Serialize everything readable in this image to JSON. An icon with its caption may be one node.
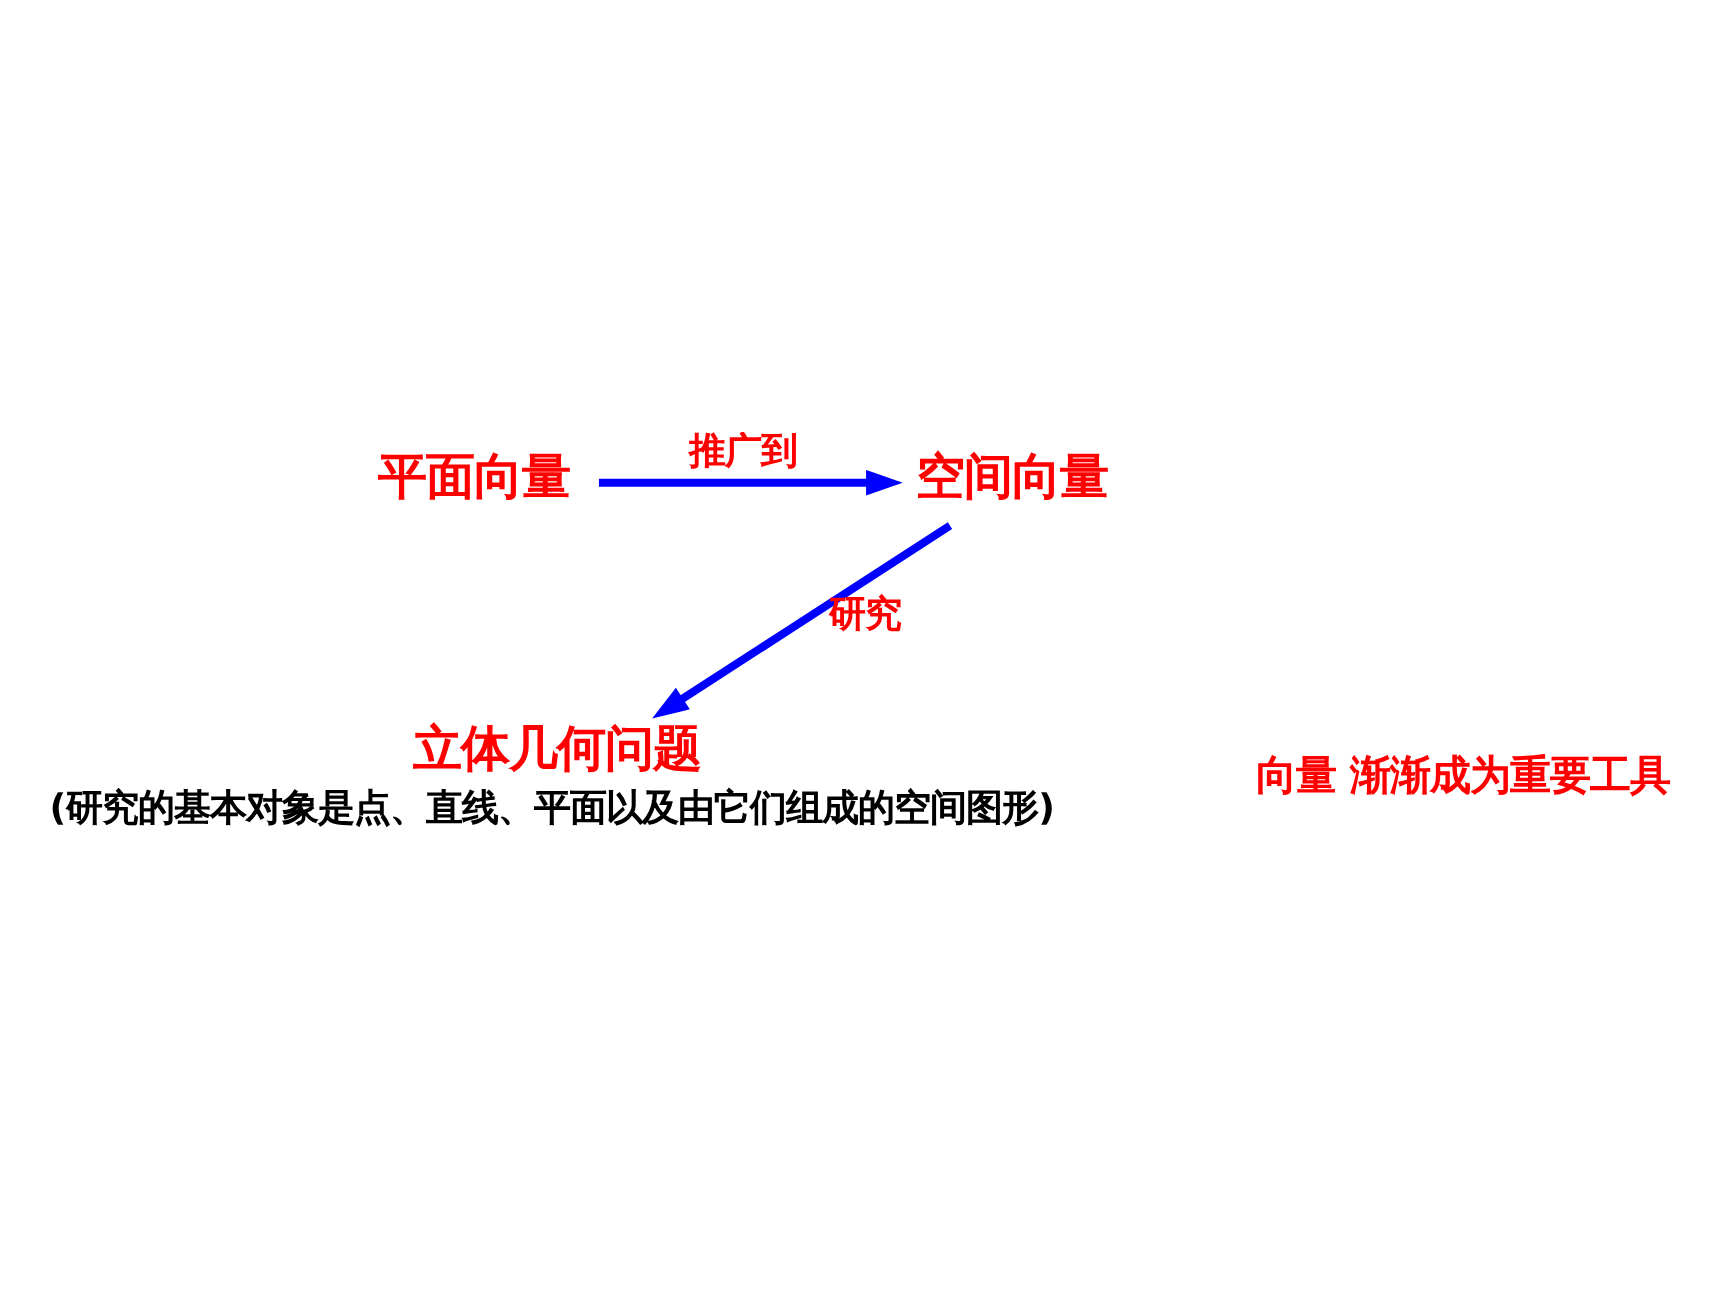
{
  "diagram": {
    "nodes": [
      {
        "text": [
          "平面向量"
        ]
      },
      {
        "text": [
          "空间向量"
        ]
      },
      {
        "text": [
          "立体几何问题"
        ],
        "beside": [
          "(研究的基本对象是点、直线、平面以及由它们组成的空间图形)"
        ]
      }
    ],
    "edges": [
      {
        "from": 0,
        "to": 1,
        "arrow": "to",
        "label": "推广到"
      },
      {
        "from": 1,
        "to": 2,
        "arrow": "to",
        "label": "研究"
      }
    ],
    "labels": [
      "向量 渐渐成为重要工具"
    ]
  }
}
